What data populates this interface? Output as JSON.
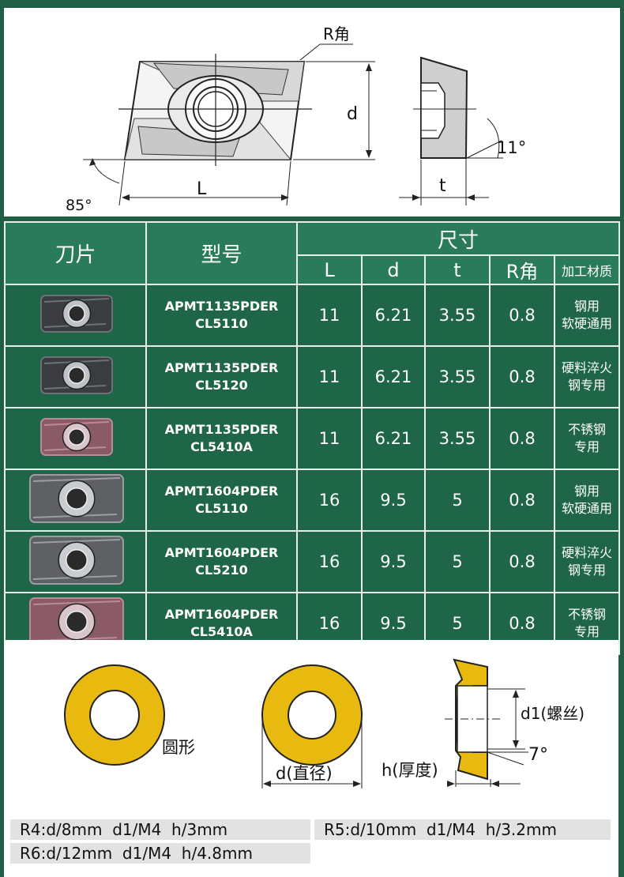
{
  "diagram_top": {
    "r_corner_label": "R角",
    "d_label": "d",
    "L_label": "L",
    "angle_85": "85°",
    "t_label": "t",
    "angle_11": "11°"
  },
  "table": {
    "header_blade": "刀片",
    "header_model": "型号",
    "header_size": "尺寸",
    "sub_headers": [
      "L",
      "d",
      "t",
      "R角",
      "加工材质"
    ],
    "rows": [
      {
        "model_line1": "APMT1135PDER",
        "model_line2": "CL5110",
        "L": "11",
        "d": "6.21",
        "t": "3.55",
        "R": "0.8",
        "mat_line1": "钢用",
        "mat_line2": "软硬通用",
        "tone": "dark"
      },
      {
        "model_line1": "APMT1135PDER",
        "model_line2": "CL5120",
        "L": "11",
        "d": "6.21",
        "t": "3.55",
        "R": "0.8",
        "mat_line1": "硬料淬火",
        "mat_line2": "钢专用",
        "tone": "dark"
      },
      {
        "model_line1": "APMT1135PDER",
        "model_line2": "CL5410A",
        "L": "11",
        "d": "6.21",
        "t": "3.55",
        "R": "0.8",
        "mat_line1": "不锈钢",
        "mat_line2": "专用",
        "tone": "pink"
      },
      {
        "model_line1": "APMT1604PDER",
        "model_line2": "CL5110",
        "L": "16",
        "d": "9.5",
        "t": "5",
        "R": "0.8",
        "mat_line1": "钢用",
        "mat_line2": "软硬通用",
        "tone": "grey"
      },
      {
        "model_line1": "APMT1604PDER",
        "model_line2": "CL5210",
        "L": "16",
        "d": "9.5",
        "t": "5",
        "R": "0.8",
        "mat_line1": "硬料淬火",
        "mat_line2": "钢专用",
        "tone": "grey"
      },
      {
        "model_line1": "APMT1604PDER",
        "model_line2": "CL5410A",
        "L": "16",
        "d": "9.5",
        "t": "5",
        "R": "0.8",
        "mat_line1": "不锈钢",
        "mat_line2": "专用",
        "tone": "pink"
      }
    ]
  },
  "diagram_bottom": {
    "round_label": "圆形",
    "diameter_label": "d(直径)",
    "d1_label": "d1(螺丝)",
    "angle_7": "7°",
    "h_label": "h(厚度)"
  },
  "specs": {
    "r4": "R4:d/8mm  d1/M4  h/3mm",
    "r5": "R5:d/10mm  d1/M4  h/3.2mm",
    "r6": "R6:d/12mm  d1/M4  h/4.8mm"
  },
  "colors": {
    "green": "#1e5f45",
    "header_green": "#2a7a5c",
    "gold": "#e8b90f"
  }
}
